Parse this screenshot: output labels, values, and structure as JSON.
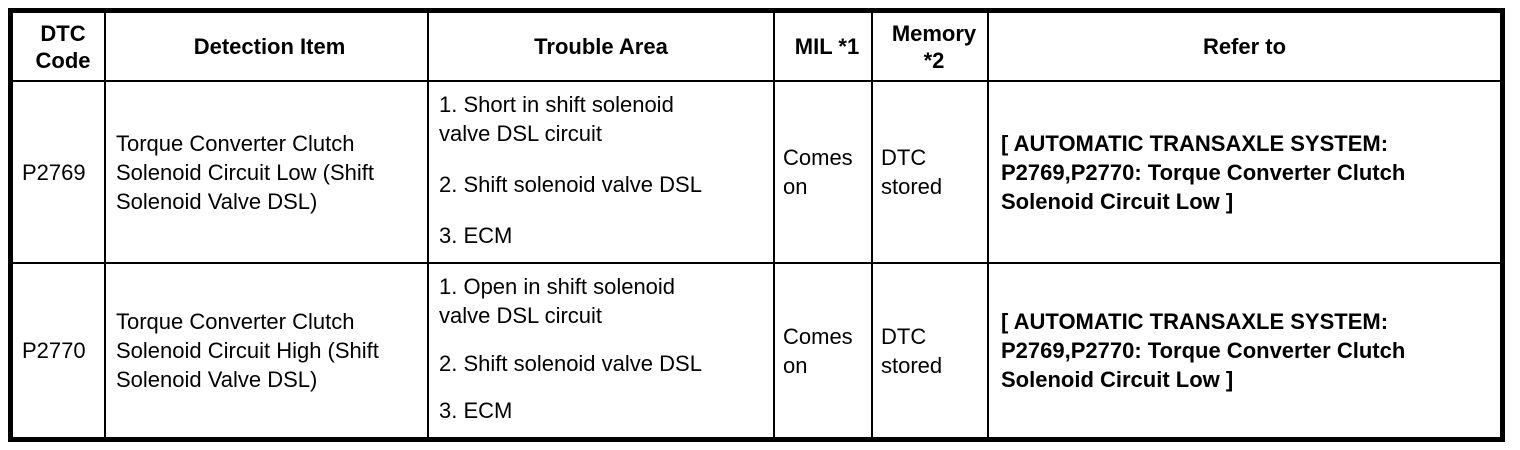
{
  "colors": {
    "border": "#000000",
    "text": "#000000",
    "background": "#ffffff"
  },
  "table": {
    "columns": [
      {
        "key": "code",
        "label": "DTC\nCode"
      },
      {
        "key": "detection",
        "label": "Detection Item"
      },
      {
        "key": "trouble",
        "label": "Trouble Area"
      },
      {
        "key": "mil",
        "label": "MIL *1"
      },
      {
        "key": "memory",
        "label": "Memory\n*2"
      },
      {
        "key": "refer",
        "label": "Refer to"
      }
    ],
    "rows": [
      {
        "code": "P2769",
        "detection_item": "Torque Converter Clutch\nSolenoid Circuit Low (Shift\nSolenoid Valve DSL)",
        "trouble_area": [
          "1. Short in shift solenoid\nvalve DSL circuit",
          "2. Shift solenoid valve DSL",
          "3. ECM"
        ],
        "mil": "Comes\non",
        "memory": "DTC\nstored",
        "refer_to": "[ AUTOMATIC TRANSAXLE SYSTEM:\nP2769,P2770: Torque Converter Clutch\nSolenoid Circuit Low ]"
      },
      {
        "code": "P2770",
        "detection_item": "Torque Converter Clutch\nSolenoid Circuit High (Shift\nSolenoid Valve DSL)",
        "trouble_area": [
          "1. Open in shift solenoid\nvalve DSL circuit",
          "2. Shift solenoid valve DSL",
          "3. ECM"
        ],
        "mil": "Comes\non",
        "memory": "DTC\nstored",
        "refer_to": "[ AUTOMATIC TRANSAXLE SYSTEM:\nP2769,P2770: Torque Converter Clutch\nSolenoid Circuit Low ]"
      }
    ]
  }
}
